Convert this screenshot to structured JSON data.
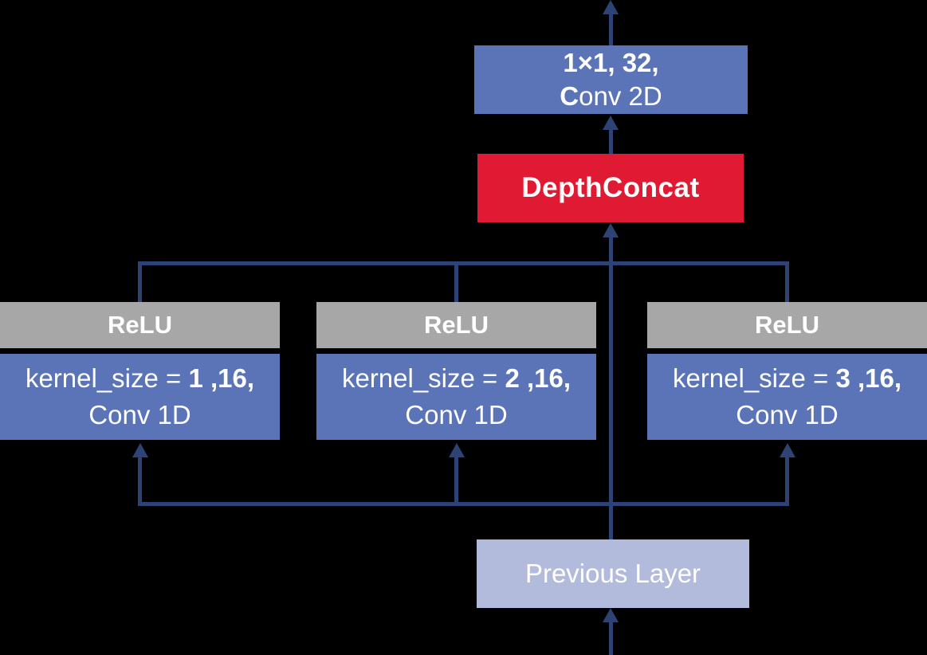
{
  "output_conv": {
    "line1": "1×1, 32,",
    "line2_bold_initial": "C",
    "line2_rest": "onv 2D"
  },
  "depth_concat": {
    "label": "DepthConcat"
  },
  "branches": [
    {
      "activation": "ReLU",
      "kernel_prefix": "kernel_size = ",
      "kernel_value": "1 ,16,",
      "layer": "Conv 1D"
    },
    {
      "activation": "ReLU",
      "kernel_prefix": "kernel_size = ",
      "kernel_value": "2 ,16,",
      "layer": "Conv 1D"
    },
    {
      "activation": "ReLU",
      "kernel_prefix": "kernel_size = ",
      "kernel_value": "3 ,16,",
      "layer": "Conv 1D"
    }
  ],
  "input_layer": {
    "label": "Previous Layer"
  },
  "colors": {
    "bg": "#000000",
    "box_blue": "#5b73b7",
    "box_red": "#e01a33",
    "box_gray": "#a7a7a7",
    "box_lavender": "#b2bbdc",
    "line_navy": "#2e4375",
    "text_white": "#ffffff"
  }
}
